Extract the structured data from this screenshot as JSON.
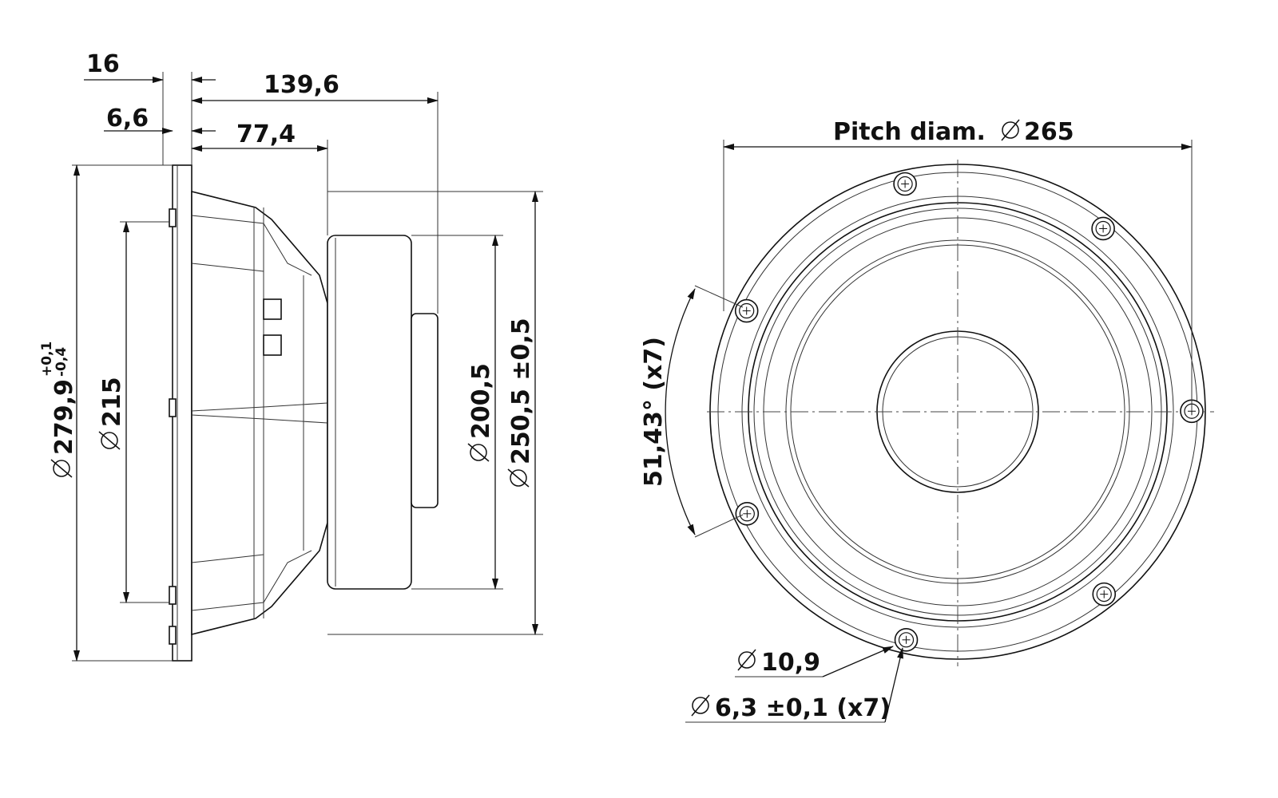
{
  "side_view": {
    "dim_flange_thickness": "16",
    "dim_flange_mount": "6,6",
    "dim_total_depth": "139,6",
    "dim_basket_depth": "77,4",
    "dim_outer_diameter": "279,9",
    "dim_outer_tol_plus": "+0,1",
    "dim_outer_tol_minus": "-0,4",
    "dim_baffle_diameter": "215",
    "dim_magnet_diameter": "200,5",
    "dim_cutout_diameter": "250,5 ±0,5"
  },
  "front_view": {
    "pitch_label": "Pitch diam.",
    "pitch_value": "265",
    "angle_label": "51,43° (x7)",
    "hole_outer": "10,9",
    "hole_inner": "6,3 ±0,1 (x7)",
    "screw_count": 7
  }
}
